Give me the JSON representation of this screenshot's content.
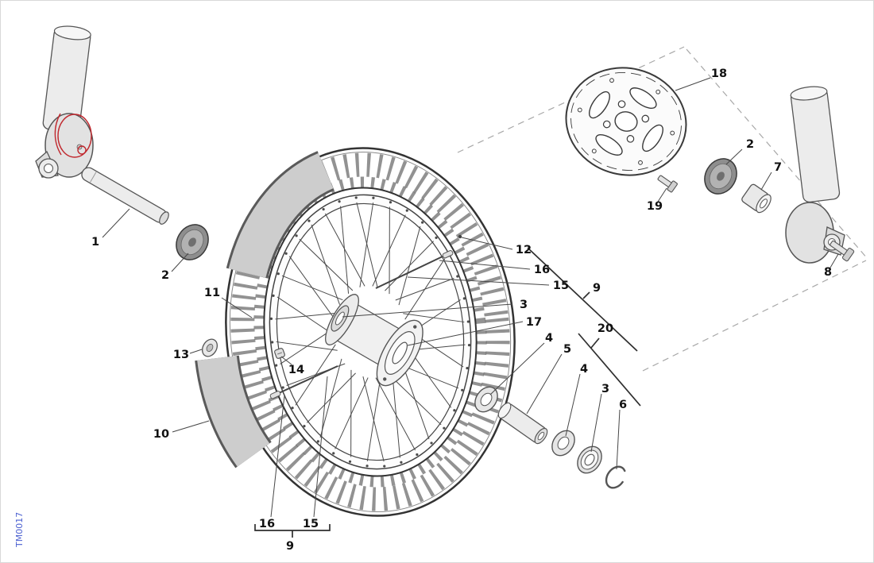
{
  "drawing": {
    "code": "TM0017"
  },
  "colors": {
    "highlight": "#c0272d",
    "code_text": "#4a5fd0",
    "line": "#3a3a3a"
  },
  "callouts": {
    "n1": "1",
    "n2a": "2",
    "n2b": "2",
    "n3a": "3",
    "n3b": "3",
    "n4a": "4",
    "n4b": "4",
    "n5": "5",
    "n6": "6",
    "n7": "7",
    "n8": "8",
    "n9a": "9",
    "n9b": "9",
    "n10": "10",
    "n11": "11",
    "n12": "12",
    "n13": "13",
    "n14": "14",
    "n15a": "15",
    "n15b": "15",
    "n16a": "16",
    "n16b": "16",
    "n17": "17",
    "n18": "18",
    "n19": "19",
    "n20": "20"
  }
}
